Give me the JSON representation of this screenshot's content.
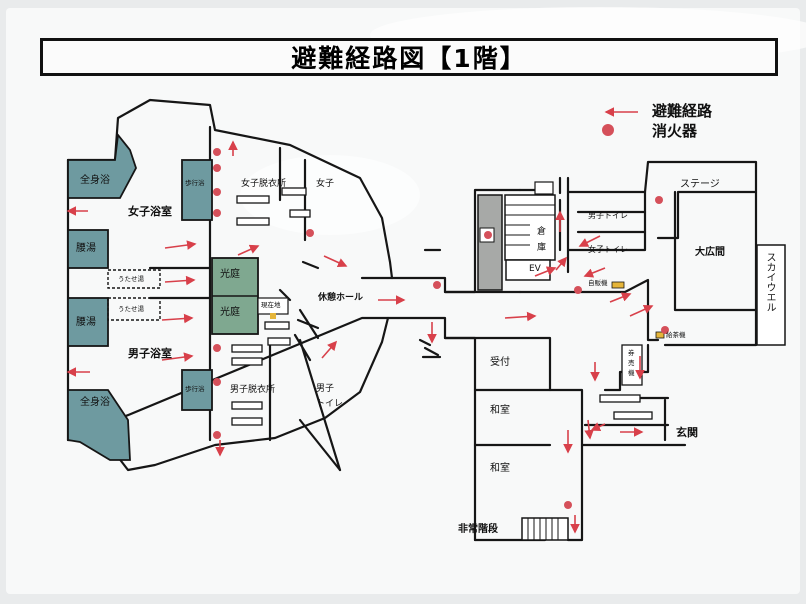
{
  "title": "避難経路図【1階】",
  "legend": {
    "route": "避難経路",
    "extinguisher": "消火器"
  },
  "rooms": {
    "zenshin_top": "全身浴",
    "zenshin_bottom": "全身浴",
    "koshiyu_1": "腰湯",
    "koshiyu_2": "腰湯",
    "utaseyu_1": "うたせ湯",
    "utaseyu_2": "うたせ湯",
    "womens_bath": "女子浴室",
    "mens_bath": "男子浴室",
    "womens_walking_bath": "歩行浴",
    "mens_walking_bath": "歩行浴",
    "womens_changing": "女子脱衣所",
    "mens_changing": "男子脱衣所",
    "womens_toilet_small": "女子",
    "light_court_1": "光庭",
    "light_court_2": "光庭",
    "current_location": "現在地",
    "lounge": "休憩ホール",
    "mens_toilet_left_1": "男子",
    "mens_toilet_left_2": "トイレ",
    "storage_1": "倉",
    "storage_2": "庫",
    "ev": "EV",
    "mens_toilet": "男子トイレ",
    "womens_toilet": "女子トイレ",
    "vending": "自販機",
    "stage": "ステージ",
    "great_hall": "大広間",
    "skywell": "スカイウエル",
    "tea_machine": "給茶機",
    "ticket_1": "券",
    "ticket_2": "売",
    "ticket_3": "機",
    "reception": "受付",
    "washitsu_1": "和室",
    "washitsu_2": "和室",
    "entrance": "玄関",
    "emergency_stairs": "非常階段"
  },
  "colors": {
    "route": "#d8404a",
    "extinguisher": "#d5505a",
    "bath": "#6e9aa0",
    "court": "#7fa890",
    "stair": "#a7a9a7",
    "wall": "#161616",
    "paper": "#f8f9f9"
  }
}
